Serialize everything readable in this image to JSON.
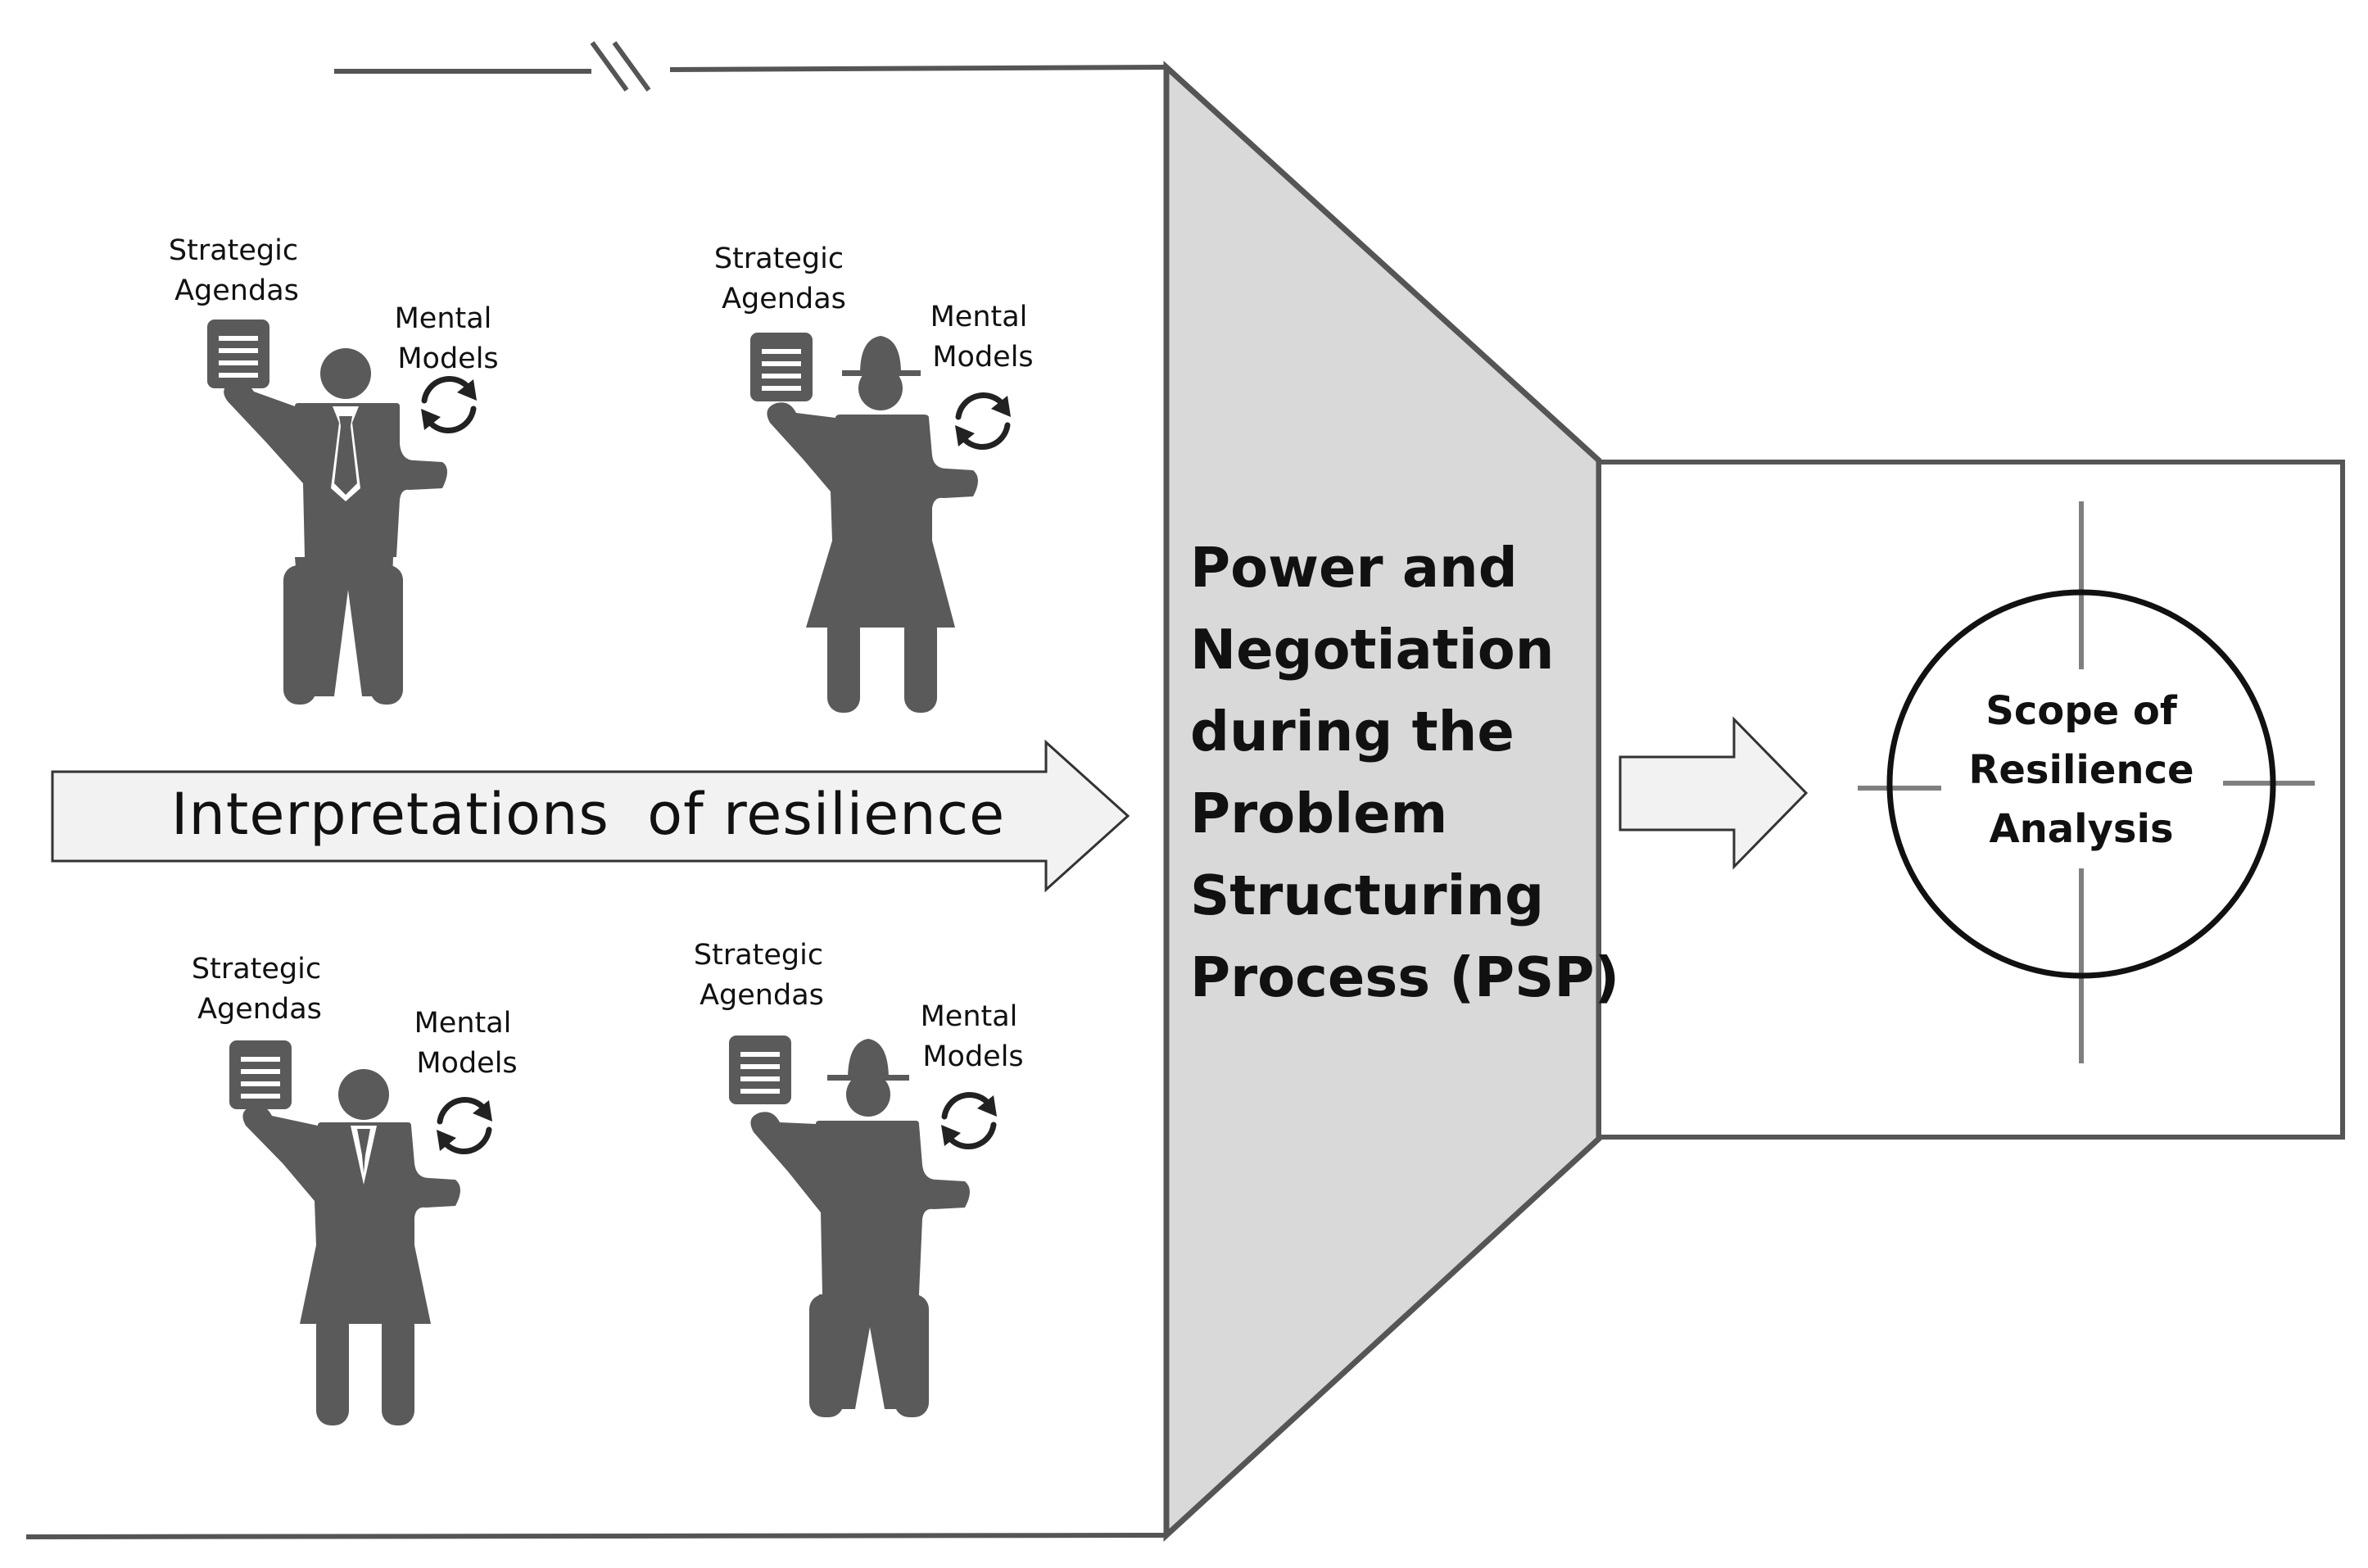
{
  "stakeholders": [
    {
      "agenda_line1": "Strategic",
      "agenda_line2": "Agendas",
      "models_line1": "Mental",
      "models_line2": "Models",
      "icon": "businessman-icon"
    },
    {
      "agenda_line1": "Strategic",
      "agenda_line2": "Agendas",
      "models_line1": "Mental",
      "models_line2": "Models",
      "icon": "woman-with-hat-icon"
    },
    {
      "agenda_line1": "Strategic",
      "agenda_line2": "Agendas",
      "models_line1": "Mental",
      "models_line2": "Models",
      "icon": "businesswoman-icon"
    },
    {
      "agenda_line1": "Strategic",
      "agenda_line2": "Agendas",
      "models_line1": "Mental",
      "models_line2": "Models",
      "icon": "man-with-hat-icon"
    }
  ],
  "interpretations_arrow": {
    "label": "Interpretations  of resilience"
  },
  "psp": {
    "lines": [
      "Power and",
      "Negotiation",
      "during the",
      "Problem",
      "Structuring",
      "Process (PSP)"
    ]
  },
  "scope": {
    "lines": [
      "Scope of",
      "Resilience",
      "Analysis"
    ]
  },
  "colors": {
    "figure": "#5a5a5a",
    "funnel_fill": "#d9d9d9",
    "arrow_fill": "#f2f2f2",
    "stroke": "#555555",
    "crosshair": "#7f7f7f"
  }
}
